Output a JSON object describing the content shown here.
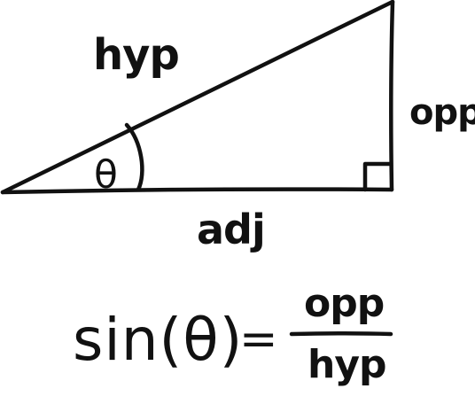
{
  "diagram": {
    "labels": {
      "hyp": "hyp",
      "opp": "opp",
      "adj": "adj",
      "angle": "θ"
    },
    "formula": {
      "lhs": "sin(θ)",
      "equals": "=",
      "numerator": "opp",
      "denominator": "hyp"
    }
  },
  "colors": {
    "ink": "#111111",
    "background": "#ffffff"
  }
}
